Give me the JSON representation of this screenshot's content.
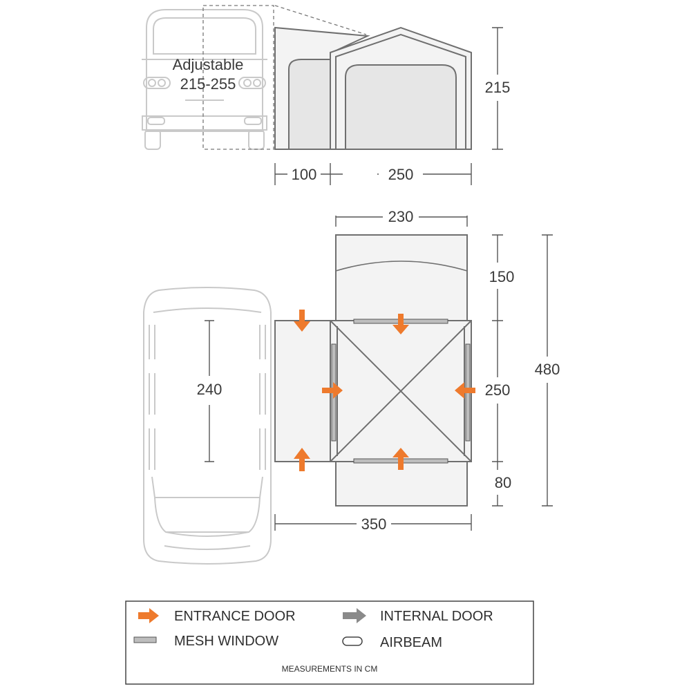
{
  "side_view": {
    "adjustable_label": "Adjustable",
    "adjustable_range": "215-255",
    "height": "215",
    "depth_annex": "100",
    "depth_tent": "250"
  },
  "top_view": {
    "width_tent": "230",
    "total_width": "350",
    "car_length": "240",
    "depth_front": "150",
    "depth_middle": "250",
    "depth_rear": "80",
    "total_depth": "480"
  },
  "legend": {
    "entrance_door": "ENTRANCE DOOR",
    "internal_door": "INTERNAL DOOR",
    "mesh_window": "MESH WINDOW",
    "airbeam": "AIRBEAM",
    "note": "MEASUREMENTS IN CM"
  },
  "colors": {
    "entrance_arrow": "#ee7a2d",
    "internal_arrow": "#8a8a8a",
    "outline": "#6f6f6f",
    "vehicle": "#c9c9c9"
  }
}
